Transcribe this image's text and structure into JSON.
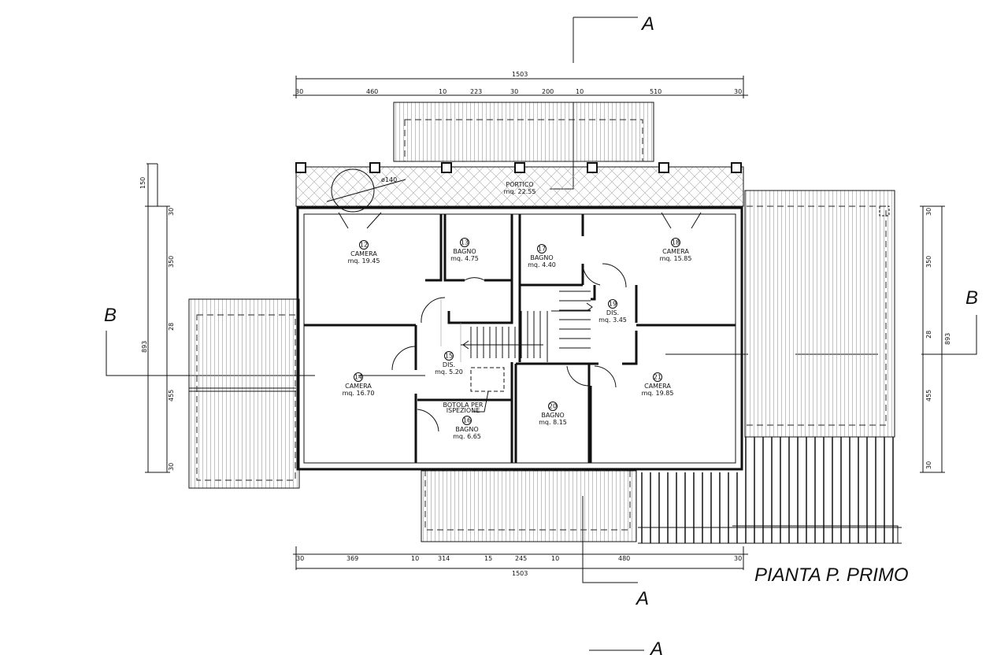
{
  "title": "PIANTA P. PRIMO",
  "section_markers": {
    "a_top": "A",
    "a_bottom": "A",
    "a_bottom2": "A",
    "b_left": "B",
    "b_right": "B"
  },
  "dimensions": {
    "top_total": "1503",
    "top": [
      "30",
      "460",
      "10",
      "223",
      "30",
      "200",
      "10",
      "510",
      "30"
    ],
    "bottom_total": "1503",
    "bottom": [
      "30",
      "369",
      "10",
      "314",
      "15",
      "245",
      "10",
      "480",
      "30"
    ],
    "left": [
      "150",
      "30",
      "350",
      "28",
      "893",
      "455",
      "30"
    ],
    "right": [
      "30",
      "350",
      "28",
      "893",
      "455",
      "30"
    ],
    "tree_diameter": "ø140"
  },
  "rooms": [
    {
      "num": "12",
      "name": "CAMERA",
      "area": "mq. 19.45"
    },
    {
      "num": "13",
      "name": "BAGNO",
      "area": "mq. 4.75"
    },
    {
      "num": "17",
      "name": "BAGNO",
      "area": "mq. 4.40"
    },
    {
      "num": "18",
      "name": "CAMERA",
      "area": "mq. 15.85"
    },
    {
      "num": "19",
      "name": "DIS.",
      "area": "mq. 3.45"
    },
    {
      "num": "14",
      "name": "CAMERA",
      "area": "mq. 16.70"
    },
    {
      "num": "15",
      "name": "DIS.",
      "area": "mq. 5.20"
    },
    {
      "num": "16",
      "name": "BAGNO",
      "area": "mq. 6.65"
    },
    {
      "num": "20",
      "name": "BAGNO",
      "area": "mq. 8.15"
    },
    {
      "num": "21",
      "name": "CAMERA",
      "area": "mq. 19.85"
    }
  ],
  "portico": {
    "name": "PORTICO",
    "area": "mq. 22.55"
  },
  "hatch_note": [
    "BOTOLA PER",
    "ISPEZIONE"
  ]
}
